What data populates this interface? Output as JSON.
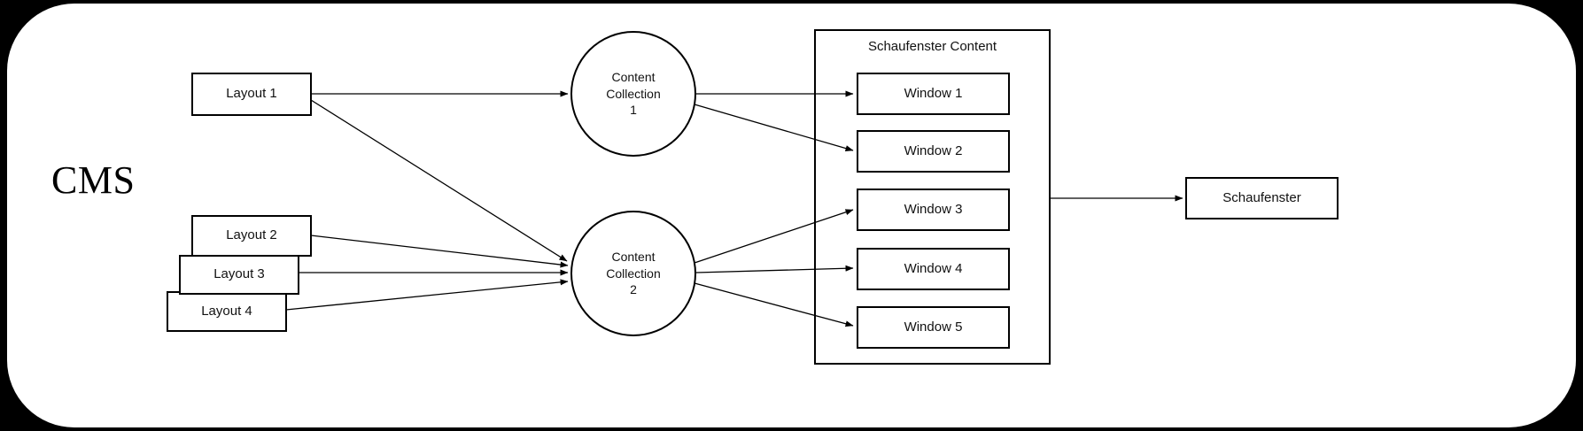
{
  "diagram": {
    "title": "CMS",
    "background_color": "#000000",
    "panel_color": "#ffffff",
    "stroke_color": "#000000"
  },
  "layouts": [
    {
      "label": "Layout 1"
    },
    {
      "label": "Layout 2"
    },
    {
      "label": "Layout 3"
    },
    {
      "label": "Layout 4"
    }
  ],
  "collections": [
    {
      "label": "Content\nCollection\n1"
    },
    {
      "label": "Content\nCollection\n2"
    }
  ],
  "schaufenster_content": {
    "title": "Schaufenster Content",
    "windows": [
      {
        "label": "Window 1"
      },
      {
        "label": "Window 2"
      },
      {
        "label": "Window 3"
      },
      {
        "label": "Window 4"
      },
      {
        "label": "Window 5"
      }
    ]
  },
  "output": {
    "label": "Schaufenster"
  }
}
